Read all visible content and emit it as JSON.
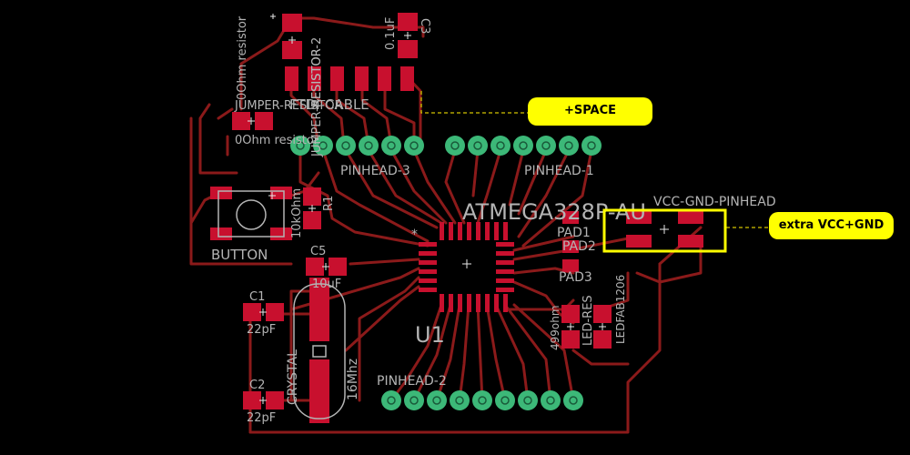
{
  "colors": {
    "background": "#000000",
    "trace": "#8b1a1a",
    "pad_smd": "#c8102e",
    "pad_tht": "#3cb878",
    "silkscreen": "#b4b4b4",
    "callout_fill": "#ffff00",
    "highlight_outline": "#ffff00"
  },
  "labels": {
    "resistor_top": "0Ohm resistor",
    "resistor_top_name": "RESISTOR-2",
    "cap_c3_value": "0.1uF",
    "cap_c3_name": "C3",
    "ftdi_cable": "FTDI-CABLE",
    "jumper_resistor": "JUMPER-RESISTOR",
    "jumper_resistor_value": "0Ohm resistor",
    "pinhead_3": "PINHEAD-3",
    "pinhead_1": "PINHEAD-1",
    "pinhead_2": "PINHEAD-2",
    "mcu": "ATMEGA328P-AU",
    "u1": "U1",
    "pin1_marker": "*",
    "vcc_gnd_pinhead": "VCC-GND-PINHEAD",
    "pad1": "PAD1",
    "pad2": "PAD2",
    "pad3": "PAD3",
    "r1": "R1",
    "r1_value": "10kOhm",
    "button": "BUTTON",
    "c5": "C5",
    "c5_value": "10uF",
    "c1": "C1",
    "c1_value": "22pF",
    "c2": "C2",
    "c2_value": "22pF",
    "crystal": "CRYSTAL",
    "crystal_value": "16Mhz",
    "led_res_value": "499ohm",
    "led_res_name": "LED-RES",
    "led_name": "LEDFAB1206"
  },
  "callouts": {
    "space": "+SPACE",
    "vcc_gnd": "extra VCC+GND"
  }
}
